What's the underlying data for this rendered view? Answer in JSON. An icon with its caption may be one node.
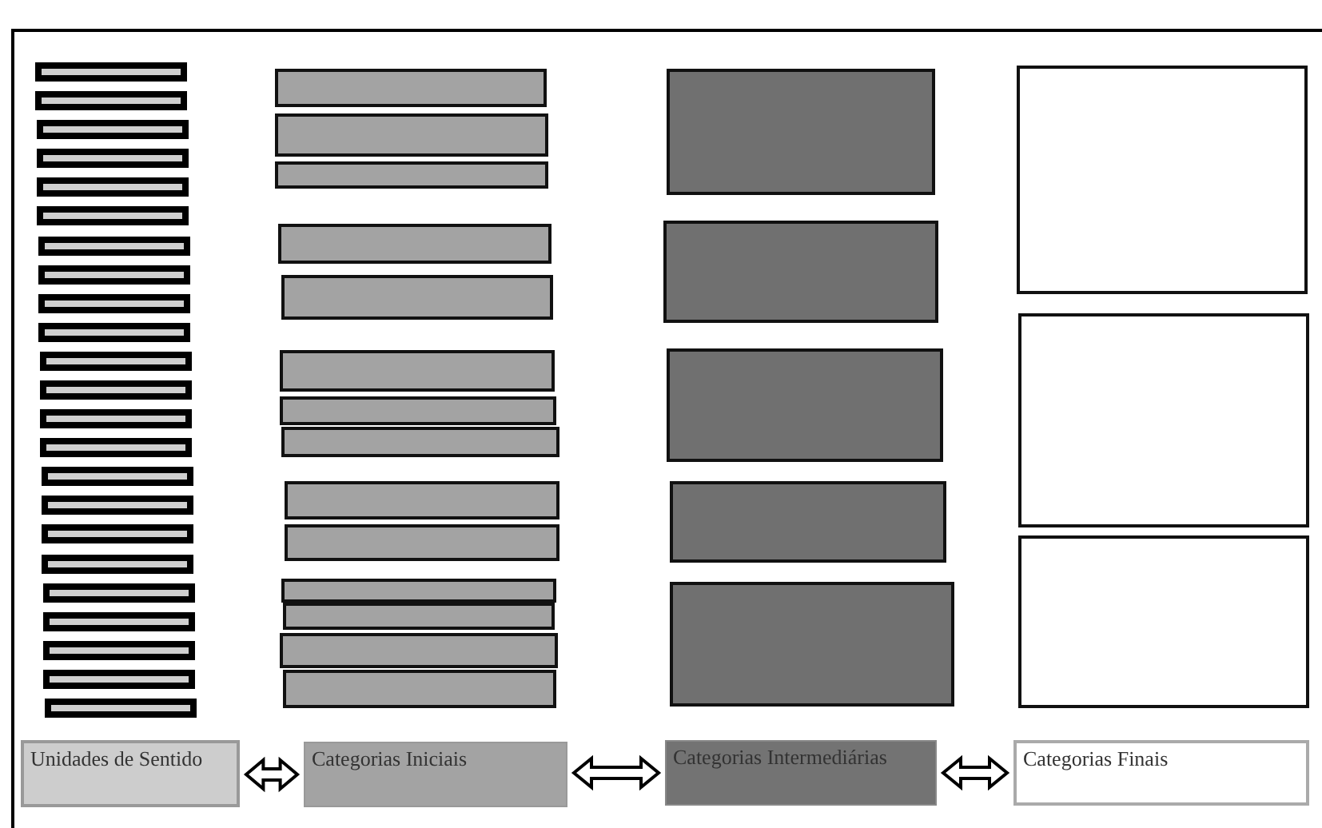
{
  "diagram": {
    "nodes": [
      {
        "text": [],
        "shape": "box"
      },
      {
        "text": [],
        "shape": "box"
      },
      {
        "text": [],
        "shape": "box"
      },
      {
        "text": [],
        "shape": "box"
      },
      {
        "text": [],
        "shape": "box"
      },
      {
        "text": [],
        "shape": "box"
      },
      {
        "text": [],
        "shape": "box"
      },
      {
        "text": [],
        "shape": "box"
      },
      {
        "text": [],
        "shape": "box"
      },
      {
        "text": [],
        "shape": "box"
      },
      {
        "text": [],
        "shape": "box"
      },
      {
        "text": [],
        "shape": "box"
      },
      {
        "text": [],
        "shape": "box"
      },
      {
        "text": [],
        "shape": "box"
      },
      {
        "text": [],
        "shape": "box"
      },
      {
        "text": [],
        "shape": "box"
      },
      {
        "text": [],
        "shape": "box"
      },
      {
        "text": [],
        "shape": "box"
      },
      {
        "text": [],
        "shape": "box"
      },
      {
        "text": [],
        "shape": "box"
      },
      {
        "text": [],
        "shape": "box"
      },
      {
        "text": [],
        "shape": "box"
      },
      {
        "text": [],
        "shape": "box"
      },
      {
        "text": [],
        "shape": "box"
      },
      {
        "text": [],
        "shape": "box"
      },
      {
        "text": [],
        "shape": "box"
      },
      {
        "text": [],
        "shape": "box"
      },
      {
        "text": [],
        "shape": "box"
      },
      {
        "text": [],
        "shape": "box"
      },
      {
        "text": [],
        "shape": "box"
      },
      {
        "text": [],
        "shape": "box"
      },
      {
        "text": [],
        "shape": "box"
      },
      {
        "text": [],
        "shape": "box"
      },
      {
        "text": [],
        "shape": "box"
      },
      {
        "text": [],
        "shape": "box"
      },
      {
        "text": [],
        "shape": "box"
      },
      {
        "text": [],
        "shape": "box"
      },
      {
        "text": [],
        "shape": "box"
      },
      {
        "text": [],
        "shape": "box"
      },
      {
        "text": [],
        "shape": "box"
      },
      {
        "text": [],
        "shape": "box"
      },
      {
        "text": [],
        "shape": "box"
      },
      {
        "text": [],
        "shape": "box"
      },
      {
        "text": [],
        "shape": "box"
      },
      {
        "text": [],
        "shape": "box"
      },
      {
        "text": [
          "Unidades de Sentido"
        ]
      },
      {
        "text": [
          "Categorias Iniciais"
        ]
      },
      {
        "text": [
          "Categorias Intermediárias"
        ]
      },
      {
        "text": [
          "Categorias Finais"
        ]
      }
    ],
    "edges": [
      {
        "from": 45,
        "to": 46,
        "arrow": "both"
      },
      {
        "from": 46,
        "to": 47,
        "arrow": "both"
      },
      {
        "from": 47,
        "to": 48,
        "arrow": "both"
      }
    ]
  }
}
